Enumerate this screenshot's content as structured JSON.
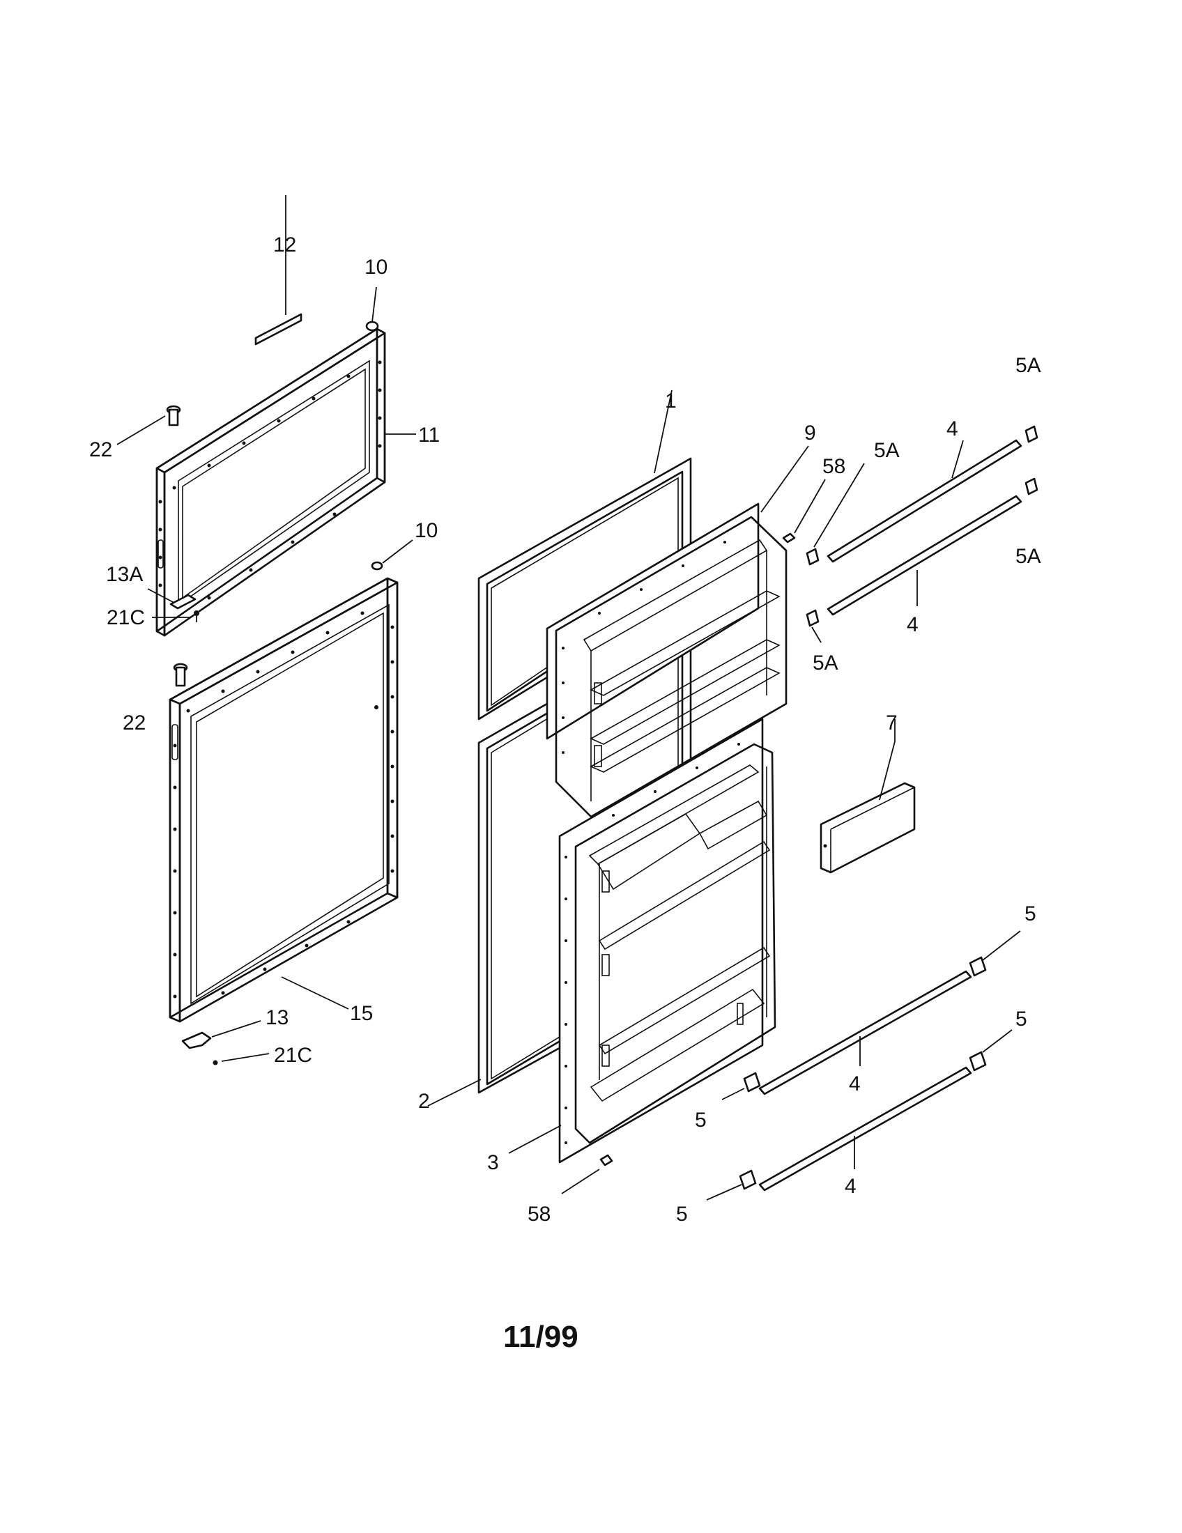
{
  "diagram": {
    "callouts": {
      "c12": "12",
      "c10a": "10",
      "c22a": "22",
      "c11": "11",
      "c10b": "10",
      "c13A": "13A",
      "c21Ca": "21C",
      "c22b": "22",
      "c15": "15",
      "c13": "13",
      "c21Cb": "21C",
      "c1": "1",
      "c9": "9",
      "c58a": "58",
      "c5Aa": "5A",
      "c4a": "4",
      "c5Ab": "5A",
      "c5Ac": "5A",
      "c4b": "4",
      "c5Ad": "5A",
      "c7": "7",
      "c5a": "5",
      "c5b": "5",
      "c4c": "4",
      "c5c": "5",
      "c2": "2",
      "c3": "3",
      "c58b": "58",
      "c4d": "4",
      "c5d": "5"
    },
    "footer": "11/99"
  }
}
